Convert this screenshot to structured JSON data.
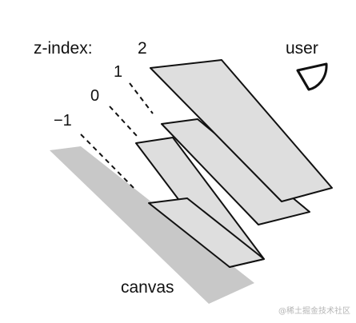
{
  "diagram": {
    "z_index_label": "z-index:",
    "layer_labels": [
      "2",
      "1",
      "0",
      "−1"
    ],
    "user_label": "user",
    "canvas_label": "canvas",
    "watermark": "@稀土掘金技术社区"
  },
  "colors": {
    "layer_fill": "#dedede",
    "canvas_fill": "#c8c8c8",
    "stroke": "#111111",
    "text": "#111111",
    "watermark": "#b5b5b5"
  },
  "icons": {
    "user": "eye-icon"
  }
}
